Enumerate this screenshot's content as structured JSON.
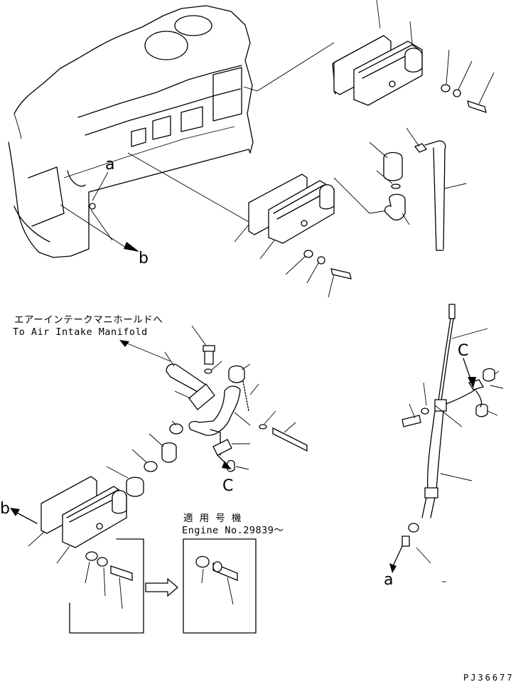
{
  "callouts": {
    "a_top": "a",
    "b_top": "b",
    "C_mid": "C",
    "C_right": "C",
    "b_left": "b",
    "a_bottom": "a"
  },
  "notes": {
    "manifold_jp": "エアーインテークマニホールドへ",
    "manifold_en": "To Air Intake Manifold",
    "serial_jp": "適 用 号 機",
    "serial_en": "Engine No.29839～"
  },
  "drawing_code": "PJ36677"
}
